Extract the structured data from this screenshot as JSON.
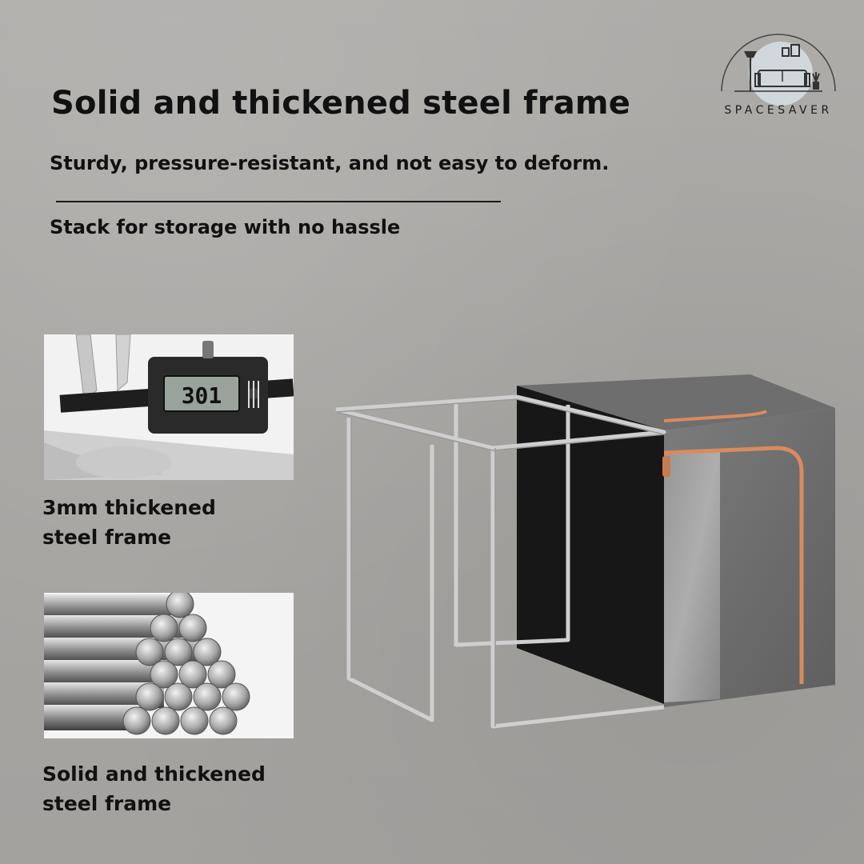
{
  "brand": {
    "name": "SPACESAVER"
  },
  "header": {
    "title": "Solid and thickened steel frame",
    "subtitle": "Sturdy, pressure-resistant, and not easy to deform.",
    "tagline": "Stack for storage with no hassle"
  },
  "features": [
    {
      "caption_line1": "3mm thickened",
      "caption_line2": "steel frame",
      "image": "caliper-photo",
      "readout": "301"
    },
    {
      "caption_line1": "Solid and thickened",
      "caption_line2": "steel frame",
      "image": "steel-rods-photo"
    }
  ],
  "product": {
    "image": "storage-box-with-steel-frame"
  },
  "colors": {
    "background": "#a9a7a4",
    "text": "#111111",
    "zipper": "#d98b5f",
    "fabric": "#707070"
  }
}
